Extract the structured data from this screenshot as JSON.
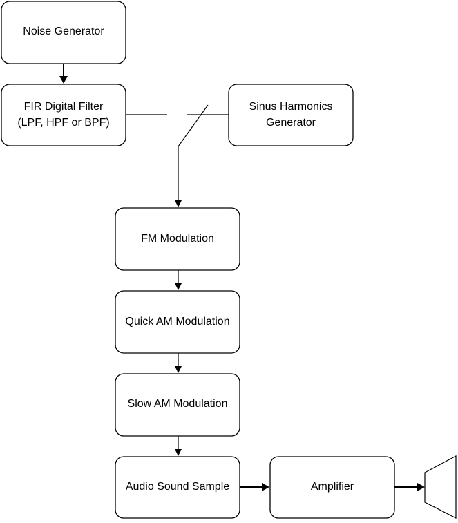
{
  "diagram": {
    "nodes": {
      "noise_generator": {
        "label": "Noise Generator"
      },
      "fir_filter": {
        "line1": "FIR Digital Filter",
        "line2": "(LPF, HPF or BPF)"
      },
      "sinus_generator": {
        "line1": "Sinus Harmonics",
        "line2": "Generator"
      },
      "fm_modulation": {
        "label": "FM Modulation"
      },
      "quick_am": {
        "label": "Quick AM Modulation"
      },
      "slow_am": {
        "label": "Slow AM Modulation"
      },
      "audio_sample": {
        "label": "Audio Sound Sample"
      },
      "amplifier": {
        "label": "Amplifier"
      }
    },
    "edges": [
      {
        "from": "noise_generator",
        "to": "fir_filter"
      },
      {
        "from": "switch",
        "to": "fm_modulation"
      },
      {
        "from": "fm_modulation",
        "to": "quick_am"
      },
      {
        "from": "quick_am",
        "to": "slow_am"
      },
      {
        "from": "slow_am",
        "to": "audio_sample"
      },
      {
        "from": "audio_sample",
        "to": "amplifier"
      },
      {
        "from": "amplifier",
        "to": "speaker"
      }
    ],
    "icons": {
      "switch": "switch-icon",
      "speaker": "speaker-icon"
    },
    "colors": {
      "stroke": "#000000",
      "fill": "#ffffff"
    }
  }
}
